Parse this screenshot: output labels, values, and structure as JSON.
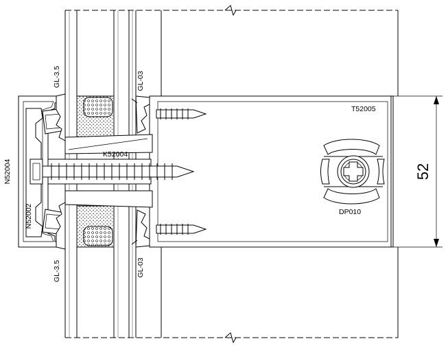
{
  "labels": {
    "gasket_top_left": "GL-3.5",
    "gasket_top_right": "GL-03",
    "gasket_bottom_left": "GL-3.5",
    "gasket_bottom_right": "GL-03",
    "transom": "T52005",
    "clip": "K52004",
    "pressure_plate": "N52004",
    "cover": "N52002",
    "fastener": "DP010",
    "dimension": "52"
  },
  "colors": {
    "line": "#000000",
    "hatch": "#555555",
    "background": "#ffffff"
  }
}
